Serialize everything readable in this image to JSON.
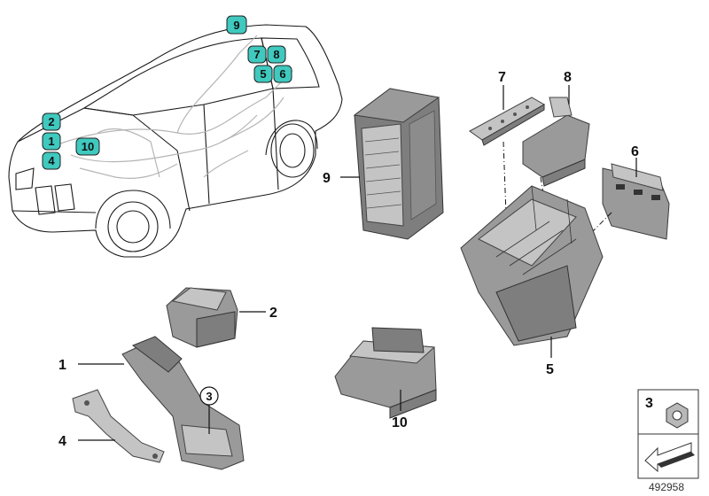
{
  "callouts_car": {
    "c1": "1",
    "c2": "2",
    "c4": "4",
    "c5": "5",
    "c6": "6",
    "c7": "7",
    "c8": "8",
    "c9": "9",
    "c10": "10"
  },
  "part_labels": {
    "p1": "1",
    "p2": "2",
    "p3": "3",
    "p4": "4",
    "p5": "5",
    "p6": "6",
    "p7": "7",
    "p8": "8",
    "p9": "9",
    "p10": "10"
  },
  "legend": {
    "nut_number": "3"
  },
  "reference_number": "492958",
  "colors": {
    "badge_fill": "#3fc9bf",
    "part_gray": "#9a9a9a",
    "line": "#111111"
  }
}
